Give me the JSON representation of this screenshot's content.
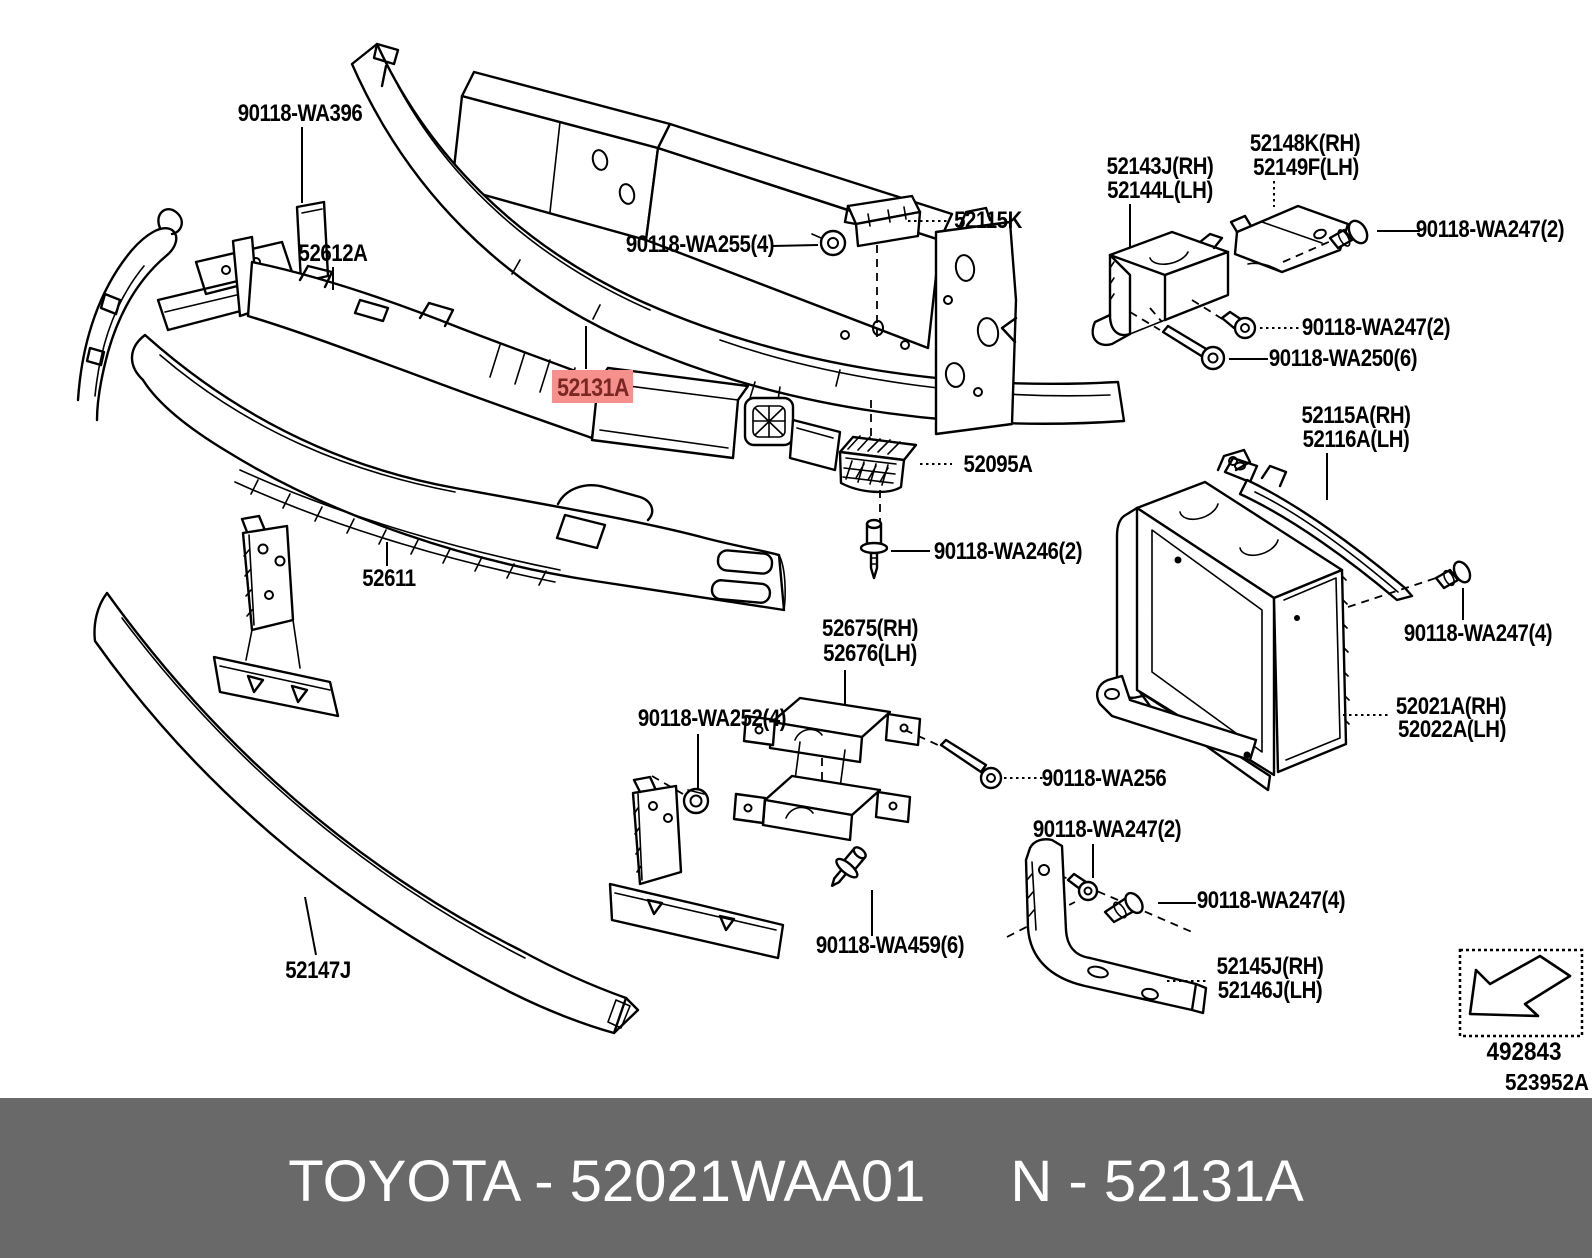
{
  "diagram": {
    "highlight": {
      "label": "52131A",
      "bg": "#f5908c",
      "fg": "#7a2622"
    },
    "labels": {
      "wa396": "90118-WA396",
      "abs52612a": "52612A",
      "wa255": "90118-WA255(4)",
      "brk52115k": "52115K",
      "blk52095a": "52095A",
      "wa246": "90118-WA246(2)",
      "brk52143": "52143J(RH)",
      "brk52144": "52144L(LH)",
      "brk52148": "52148K(RH)",
      "brk52149": "52149F(LH)",
      "wa247_tr": "90118-WA247(2)",
      "wa247_mr": "90118-WA247(2)",
      "wa250": "90118-WA250(6)",
      "sup52115a": "52115A(RH)",
      "sup52116a": "52116A(LH)",
      "wa247_r4": "90118-WA247(4)",
      "box52021": "52021A(RH)",
      "box52022": "52022A(LH)",
      "beam52611": "52611",
      "bar52147j": "52147J",
      "sty52675": "52675(RH)",
      "sty52676": "52676(LH)",
      "wa252": "90118-WA252(4)",
      "wa256": "90118-WA256",
      "wa247_bm": "90118-WA247(2)",
      "wa459": "90118-WA459(6)",
      "wa247_b4": "90118-WA247(4)",
      "brk52145": "52145J(RH)",
      "brk52146": "52146J(LH)"
    },
    "ref_code": "492843",
    "sheet_code": "523952A",
    "line_color": "#000000"
  },
  "footer": {
    "left": "TOYOTA - 52021WAA01",
    "right": "N - 52131A",
    "bg": "#696969",
    "fg": "#ffffff"
  }
}
